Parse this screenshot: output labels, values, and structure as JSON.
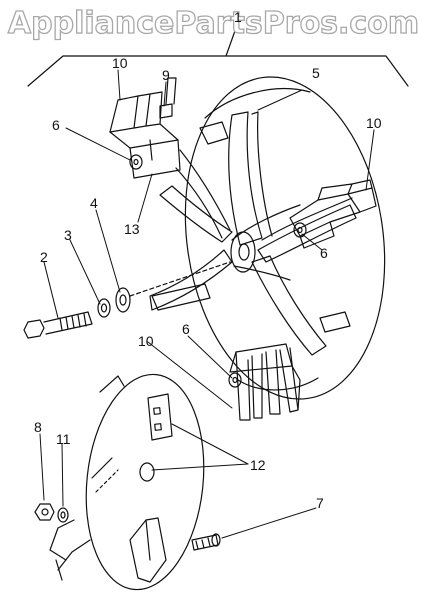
{
  "watermark": "AppliancePartsPros.com",
  "callouts": {
    "c1": "1",
    "c2": "2",
    "c3": "3",
    "c4": "4",
    "c5": "5",
    "c6a": "6",
    "c6b": "6",
    "c6c": "6",
    "c7": "7",
    "c8": "8",
    "c9": "9",
    "c10a": "10",
    "c10b": "10",
    "c10c": "10",
    "c11": "11",
    "c12": "12",
    "c13": "13"
  },
  "colors": {
    "line": "#111111",
    "watermark_outline": "#a8a8a8",
    "background": "#ffffff"
  }
}
